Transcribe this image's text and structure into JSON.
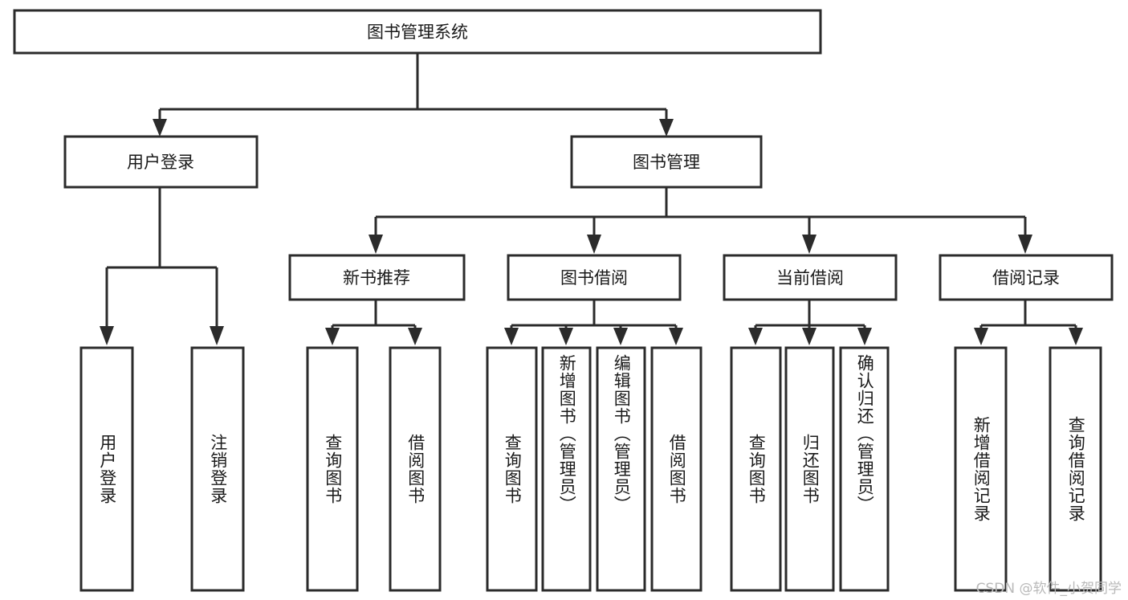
{
  "diagram": {
    "type": "tree",
    "title": "图书管理系统",
    "watermark": "CSDN @软件_小贺同学",
    "colors": {
      "background": "#ffffff",
      "box_fill": "#ffffff",
      "box_stroke": "#2b2b2b",
      "connector": "#2b2b2b",
      "text": "#1a1a1a",
      "watermark": "#b9b9b9"
    },
    "nodes": {
      "root": {
        "label": "图书管理系统"
      },
      "level2": [
        {
          "label": "用户登录"
        },
        {
          "label": "图书管理"
        }
      ],
      "level3": [
        {
          "label": "新书推荐"
        },
        {
          "label": "图书借阅"
        },
        {
          "label": "当前借阅"
        },
        {
          "label": "借阅记录"
        }
      ],
      "leaves_user_login": [
        {
          "label": "用户登录"
        },
        {
          "label": "注销登录"
        }
      ],
      "leaves_new_book": [
        {
          "label": "查询图书"
        },
        {
          "label": "借阅图书"
        }
      ],
      "leaves_borrow": [
        {
          "label": "查询图书"
        },
        {
          "label": "新增图书（管理员）"
        },
        {
          "label": "编辑图书（管理员）"
        },
        {
          "label": "借阅图书"
        }
      ],
      "leaves_current": [
        {
          "label": "查询图书"
        },
        {
          "label": "归还图书"
        },
        {
          "label": "确认归还（管理员）"
        }
      ],
      "leaves_records": [
        {
          "label": "新增借阅记录"
        },
        {
          "label": "查询借阅记录"
        }
      ]
    }
  }
}
